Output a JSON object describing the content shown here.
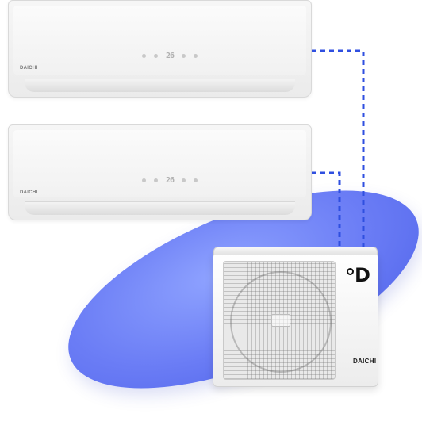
{
  "product": {
    "brand_indoor": "DAICHI",
    "brand_outdoor": "DAICHI",
    "display_temperature": "26",
    "logo_letter": "D"
  },
  "colors": {
    "accent_ellipse": "#6a7cf5",
    "pipe_line": "#2f4fe0",
    "unit_body": "#f2f2f2"
  }
}
